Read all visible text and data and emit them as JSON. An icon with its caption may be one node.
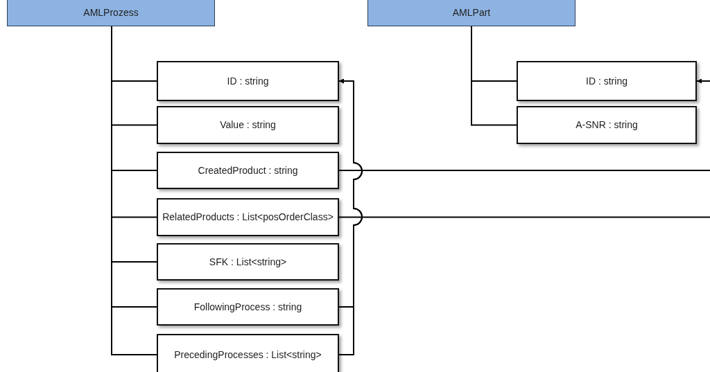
{
  "diagram": {
    "nodes": [
      {
        "text": [
          "AMLProzess"
        ]
      },
      {
        "text": [
          "ID : string"
        ]
      },
      {
        "text": [
          "Value : string"
        ]
      },
      {
        "text": [
          "CreatedProduct : string"
        ]
      },
      {
        "text": [
          "RelatedProducts : List<posOrderClass>"
        ]
      },
      {
        "text": [
          "SFK : List<string>"
        ]
      },
      {
        "text": [
          "FollowingProcess : string"
        ]
      },
      {
        "text": [
          "PrecedingProcesses : List<string>"
        ]
      },
      {
        "text": [
          "AMLPart"
        ]
      },
      {
        "text": [
          "ID : string"
        ]
      },
      {
        "text": [
          "A-SNR : string"
        ]
      }
    ],
    "edges": [
      {
        "from": 0,
        "to": 1,
        "arrow": "none"
      },
      {
        "from": 0,
        "to": 2,
        "arrow": "none"
      },
      {
        "from": 0,
        "to": 3,
        "arrow": "none"
      },
      {
        "from": 0,
        "to": 4,
        "arrow": "none"
      },
      {
        "from": 0,
        "to": 5,
        "arrow": "none"
      },
      {
        "from": 0,
        "to": 6,
        "arrow": "none"
      },
      {
        "from": 0,
        "to": 7,
        "arrow": "none"
      },
      {
        "from": 8,
        "to": 9,
        "arrow": "none"
      },
      {
        "from": 8,
        "to": 10,
        "arrow": "none"
      },
      {
        "from": 6,
        "to": 1,
        "arrow": "to"
      },
      {
        "from": 7,
        "to": 1,
        "arrow": "to"
      },
      {
        "from": 3,
        "to": null,
        "arrow": "none"
      },
      {
        "from": 4,
        "to": null,
        "arrow": "none"
      },
      {
        "from": null,
        "to": 9,
        "arrow": "to"
      }
    ]
  }
}
